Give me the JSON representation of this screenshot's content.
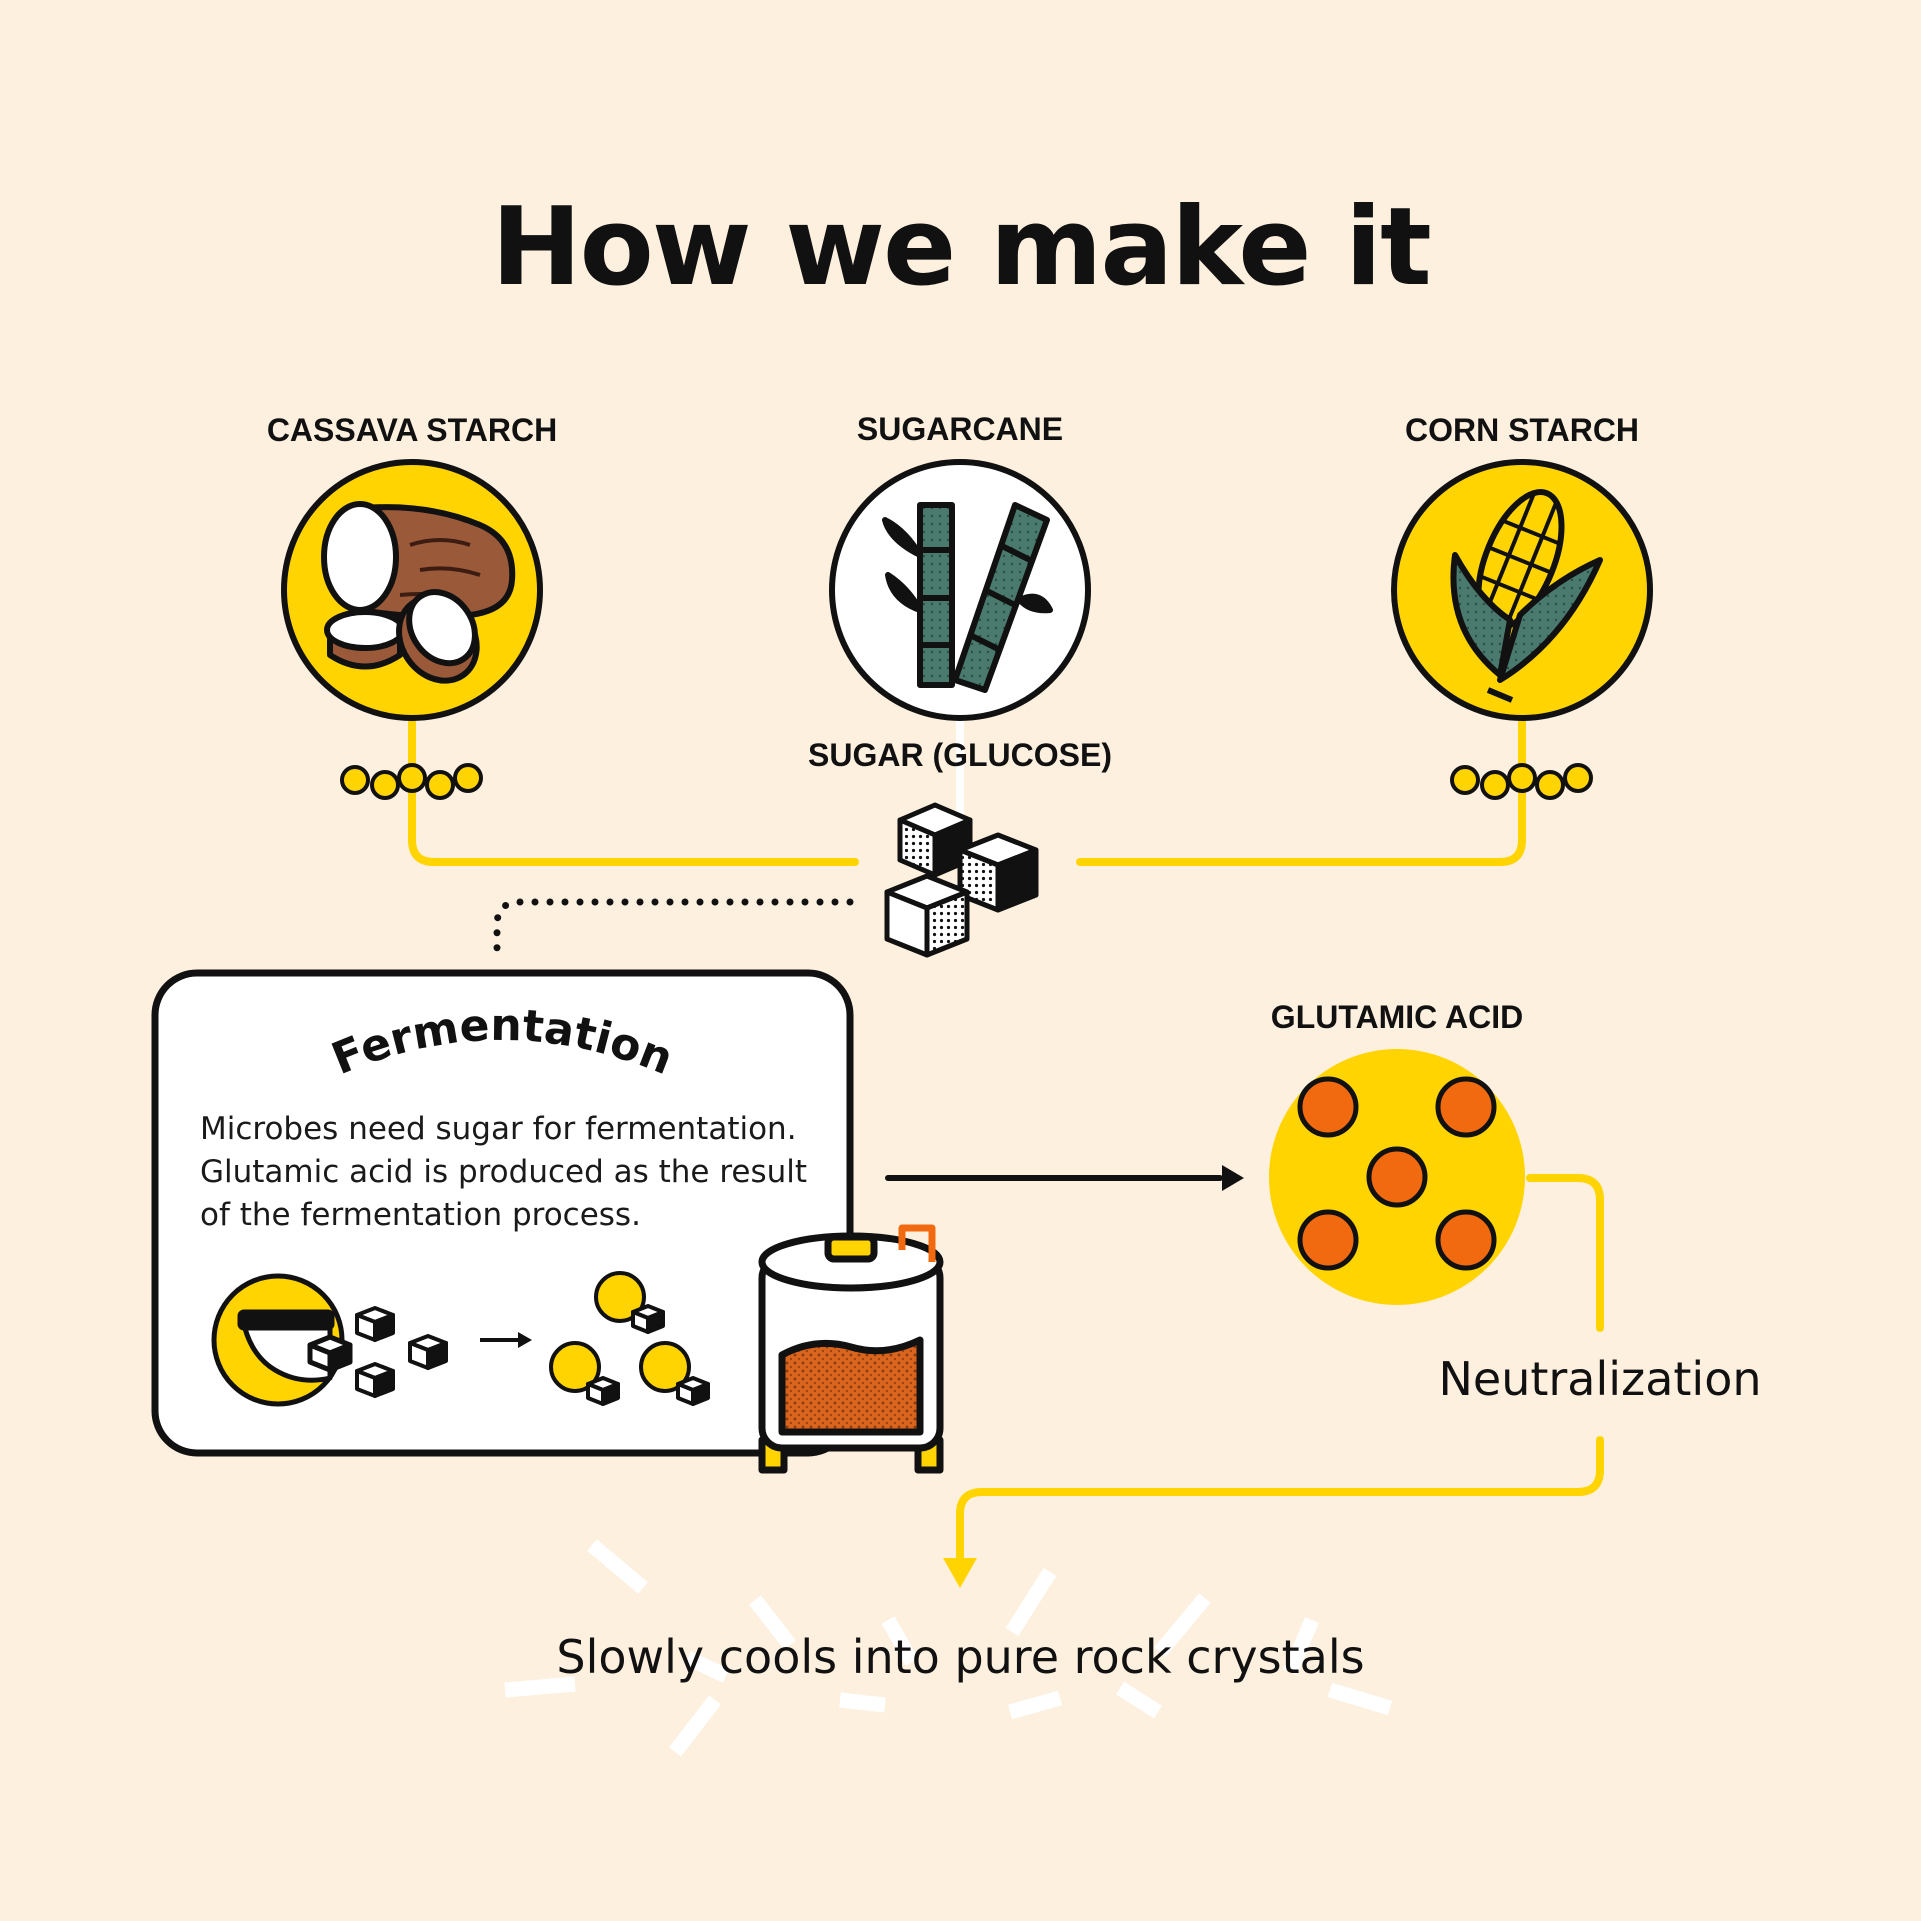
{
  "title": "How we make it",
  "sources": [
    {
      "label": "CASSAVA STARCH"
    },
    {
      "label": "SUGARCANE"
    },
    {
      "label": "CORN STARCH"
    }
  ],
  "glucose_label": "SUGAR (GLUCOSE)",
  "fermentation": {
    "heading": "Fermentation",
    "description": "Microbes need sugar for fermentation. Glutamic acid is produced as the result of the fermentation process."
  },
  "glutamic_acid_label": "GLUTAMIC ACID",
  "neutralization_label": "Neutralization",
  "result_label": "Slowly cools into pure rock crystals",
  "colors": {
    "background": "#FDF0DF",
    "yellow": "#FFD400",
    "ink": "#111111",
    "orange": "#F26A10",
    "green": "#4A7A6E",
    "brown": "#9A5A3A"
  }
}
